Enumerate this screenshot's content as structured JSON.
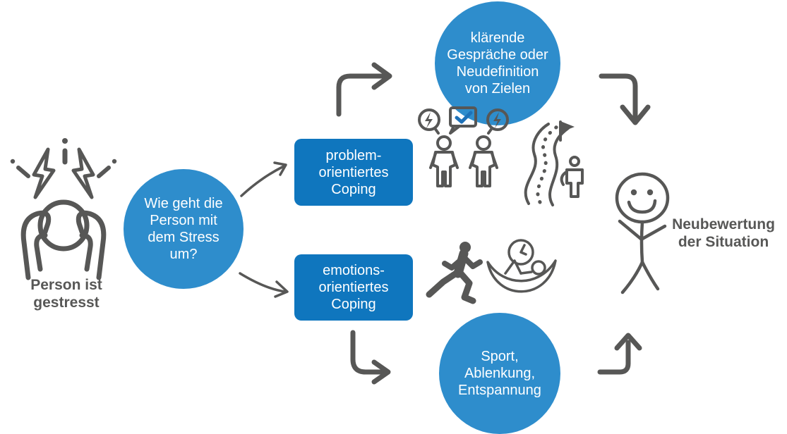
{
  "colors": {
    "circle_blue": "#2E8DCC",
    "box_blue": "#0F76BE",
    "icon_gray": "#575756",
    "check_blue": "#1D71B8",
    "node_text_white": "#FFFFFF"
  },
  "nodes": {
    "stressed_person_label": {
      "lines": [
        "Person ist",
        "gestresst"
      ]
    },
    "question_circle": {
      "lines": [
        "Wie geht die",
        "Person mit",
        "dem Stress",
        "um?"
      ]
    },
    "problem_box": {
      "lines": [
        "problem-",
        "orientiertes",
        "Coping"
      ]
    },
    "emotion_box": {
      "lines": [
        "emotions-",
        "orientiertes",
        "Coping"
      ]
    },
    "talk_circle": {
      "lines": [
        "klärende",
        "Gespräche oder",
        "Neudefinition",
        "von Zielen"
      ]
    },
    "sport_circle": {
      "lines": [
        "Sport,",
        "Ablenkung,",
        "Entspannung"
      ]
    },
    "reappraisal_label": {
      "lines": [
        "Neubewertung",
        "der Situation"
      ]
    }
  },
  "icons": {
    "stressed_person": "person holding head with lightning bolts",
    "conversation": "two people with speech bubbles (lightning, checkmark)",
    "path_to_goal": "winding dotted path to a flag with person",
    "runner": "running person silhouette",
    "hammock": "person relaxing in hammock with clock",
    "happy_person": "smiling stick figure",
    "arrows": "gray flow arrows"
  }
}
